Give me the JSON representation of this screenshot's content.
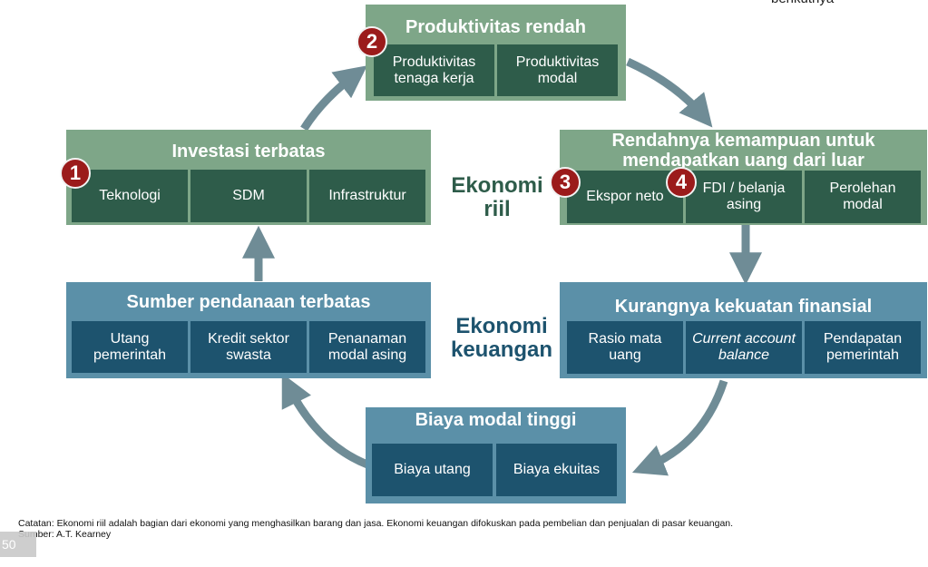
{
  "top_right_text": "berikutnya",
  "center_labels": {
    "real_economy": "Ekonomi\nriil",
    "financial_economy": "Ekonomi\nkeuangan"
  },
  "badges": [
    "1",
    "2",
    "3",
    "4"
  ],
  "groups": {
    "low_productivity": {
      "title": "Produktivitas rendah",
      "cells": [
        "Produktivitas\ntenaga kerja",
        "Produktivitas\nmodal"
      ]
    },
    "limited_investment": {
      "title": "Investasi terbatas",
      "cells": [
        "Teknologi",
        "SDM",
        "Infrastruktur"
      ]
    },
    "low_earning": {
      "title": "Rendahnya kemampuan untuk mendapatkan uang dari luar",
      "cells": [
        "Ekspor neto",
        "FDI / belanja\nasing",
        "Perolehan\nmodal"
      ]
    },
    "limited_funding": {
      "title": "Sumber pendanaan terbatas",
      "cells": [
        "Utang\npemerintah",
        "Kredit sektor\nswasta",
        "Penanaman\nmodal asing"
      ]
    },
    "financial_weakness": {
      "title": "Kurangnya kekuatan finansial",
      "cells": [
        "Rasio mata\nuang",
        "Current account\nbalance",
        "Pendapatan\npemerintah"
      ]
    },
    "high_capital_cost": {
      "title": "Biaya modal tinggi",
      "cells": [
        "Biaya utang",
        "Biaya ekuitas"
      ]
    }
  },
  "footnote": {
    "note": "Catatan: Ekonomi riil adalah bagian dari ekonomi yang menghasilkan barang dan jasa. Ekonomi keuangan difokuskan pada pembelian dan penjualan di pasar keuangan.",
    "source": "Sumber: A.T. Kearney"
  },
  "page_number": "50",
  "colors": {
    "green_outer": "#7ea688",
    "green_cell": "#2e5c4a",
    "blue_outer": "#5b90a8",
    "blue_cell": "#1d536e",
    "badge": "#9b1b1b",
    "arrow": "#6f8c96"
  }
}
